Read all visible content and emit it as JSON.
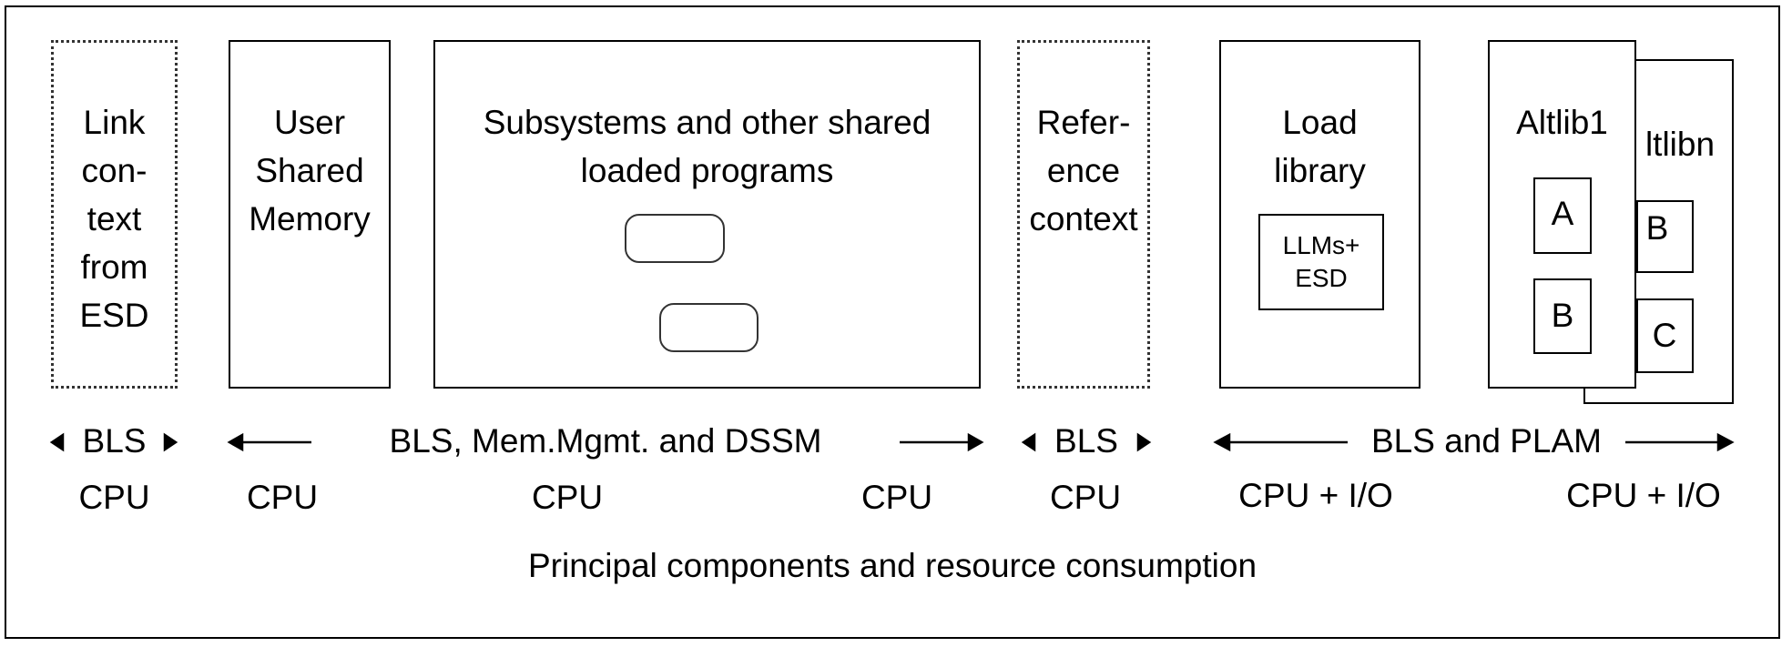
{
  "components": {
    "link_context": {
      "lines": [
        "Link",
        "con-",
        "text",
        "from",
        "ESD"
      ]
    },
    "user_shared_memory": {
      "lines": [
        "User",
        "Shared",
        "Memory"
      ]
    },
    "subsystems": {
      "lines": [
        "Subsystems and other shared",
        "loaded programs"
      ]
    },
    "reference_context": {
      "lines": [
        "Refer-",
        "ence",
        "context"
      ]
    },
    "load_library": {
      "lines": [
        "Load",
        "library"
      ],
      "inner": [
        "LLMs+",
        "ESD"
      ]
    },
    "altlib1": {
      "title": "Altlib1",
      "members": [
        "A",
        "B"
      ]
    },
    "altlibn": {
      "title": "Altlibn",
      "visible_title": "ltlibn",
      "members": [
        "B",
        "C"
      ]
    }
  },
  "managers": {
    "bls_left": "BLS",
    "bls_mem_dssm": "BLS, Mem.Mgmt. and DSSM",
    "bls_right": "BLS",
    "bls_plam": "BLS and PLAM"
  },
  "resources": [
    "CPU",
    "CPU",
    "CPU",
    "CPU",
    "CPU",
    "CPU + I/O",
    "CPU + I/O"
  ],
  "caption": "Principal components and resource consumption"
}
